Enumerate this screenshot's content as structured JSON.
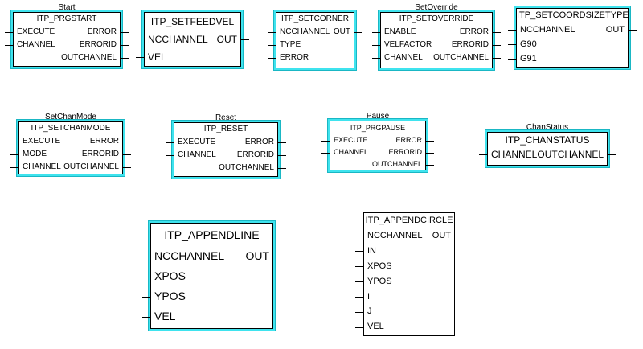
{
  "blocks": [
    {
      "key": "prgstart",
      "instance": "Start",
      "type": "ITP_PRGSTART",
      "rows": [
        [
          "EXECUTE",
          "ERROR"
        ],
        [
          "CHANNEL",
          "ERRORID"
        ],
        [
          "",
          "OUTCHANNEL"
        ]
      ]
    },
    {
      "key": "setfeedvel",
      "instance": "",
      "type": "ITP_SETFEEDVEL",
      "rows": [
        [
          "NCCHANNEL",
          "OUT"
        ],
        [
          "VEL",
          ""
        ]
      ]
    },
    {
      "key": "setcorner",
      "instance": "",
      "type": "ITP_SETCORNER",
      "rows": [
        [
          "NCCHANNEL",
          "OUT"
        ],
        [
          "TYPE",
          ""
        ],
        [
          "ERROR",
          ""
        ]
      ]
    },
    {
      "key": "setoverride",
      "instance": "SetOverride",
      "type": "ITP_SETOVERRIDE",
      "rows": [
        [
          "ENABLE",
          "ERROR"
        ],
        [
          "VELFACTOR",
          "ERRORID"
        ],
        [
          "CHANNEL",
          "OUTCHANNEL"
        ]
      ]
    },
    {
      "key": "setcoordsizetype",
      "instance": "",
      "type": "ITP_SETCOORDSIZETYPE",
      "rows": [
        [
          "NCCHANNEL",
          "OUT"
        ],
        [
          "G90",
          ""
        ],
        [
          "G91",
          ""
        ]
      ]
    },
    {
      "key": "setchanmode",
      "instance": "SetChanMode",
      "type": "ITP_SETCHANMODE",
      "rows": [
        [
          "EXECUTE",
          "ERROR"
        ],
        [
          "MODE",
          "ERRORID"
        ],
        [
          "CHANNEL",
          "OUTCHANNEL"
        ]
      ]
    },
    {
      "key": "reset",
      "instance": "Reset",
      "type": "ITP_RESET",
      "rows": [
        [
          "EXECUTE",
          "ERROR"
        ],
        [
          "CHANNEL",
          "ERRORID"
        ],
        [
          "",
          "OUTCHANNEL"
        ]
      ]
    },
    {
      "key": "prgpause",
      "instance": "Pause",
      "type": "ITP_PRGPAUSE",
      "rows": [
        [
          "EXECUTE",
          "ERROR"
        ],
        [
          "CHANNEL",
          "ERRORID"
        ],
        [
          "",
          "OUTCHANNEL"
        ]
      ]
    },
    {
      "key": "chanstatus",
      "instance": "ChanStatus",
      "type": "ITP_CHANSTATUS",
      "rows": [
        [
          "CHANNEL",
          "OUTCHANNEL"
        ]
      ]
    },
    {
      "key": "appendline",
      "instance": "",
      "type": "ITP_APPENDLINE",
      "rows": [
        [
          "NCCHANNEL",
          "OUT"
        ],
        [
          "XPOS",
          ""
        ],
        [
          "YPOS",
          ""
        ],
        [
          "VEL",
          ""
        ]
      ]
    },
    {
      "key": "appendcircle",
      "instance": "",
      "type": "ITP_APPENDCIRCLE",
      "rows": [
        [
          "NCCHANNEL",
          "OUT"
        ],
        [
          "IN",
          ""
        ],
        [
          "XPOS",
          ""
        ],
        [
          "YPOS",
          ""
        ],
        [
          "I",
          ""
        ],
        [
          "J",
          ""
        ],
        [
          "VEL",
          ""
        ]
      ]
    }
  ]
}
